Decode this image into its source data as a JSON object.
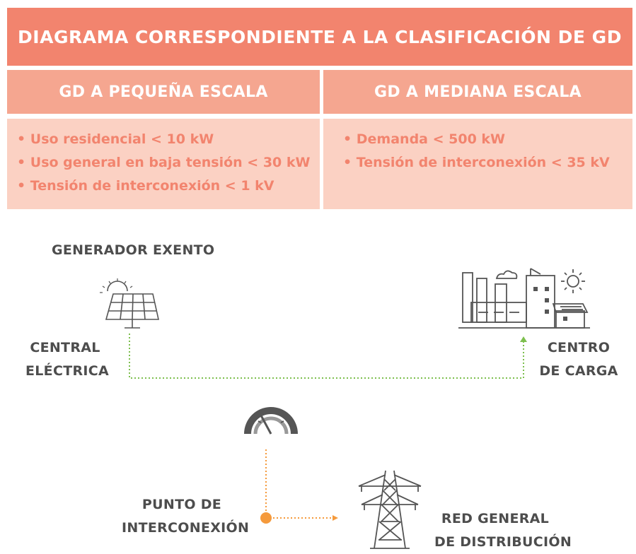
{
  "header": {
    "title": "DIAGRAMA CORRESPONDIENTE A LA CLASIFICACIÓN DE GD"
  },
  "small_scale": {
    "title": "GD A PEQUEÑA ESCALA",
    "items": [
      "Uso residencial < 10 kW",
      "Uso general en baja tensión < 30 kW",
      "Tensión de interconexión < 1 kV"
    ]
  },
  "medium_scale": {
    "title": "GD A MEDIANA ESCALA",
    "items": [
      "Demanda < 500 kW",
      "Tensión de interconexión < 35 kV"
    ]
  },
  "diagram": {
    "generator_label": "GENERADOR EXENTO",
    "power_plant_label": [
      "CENTRAL",
      "ELÉCTRICA"
    ],
    "load_center_label": [
      "CENTRO",
      "DE CARGA"
    ],
    "interconnection_label": [
      "PUNTO DE",
      "INTERCONEXIÓN"
    ],
    "grid_label": [
      "RED GENERAL",
      "DE DISTRIBUCIÓN"
    ]
  },
  "colors": {
    "header_bg": "#f2846e",
    "column_header_bg": "#f5a690",
    "column_body_bg": "#fbd1c3",
    "text_accent": "#f2846e",
    "green_line": "#7dbf4e",
    "orange_line": "#f59a3c",
    "icon_gray": "#555555"
  }
}
